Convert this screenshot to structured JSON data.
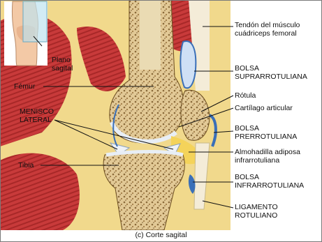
{
  "labels": {
    "plano_sagital": [
      "Plano",
      "sagital"
    ],
    "femur": "Fémur",
    "menisco_lateral": [
      "MENISCO",
      "LATERAL"
    ],
    "tibia": "Tibia",
    "tendon": [
      "Tendón del músculo",
      "cuádriceps femoral"
    ],
    "bolsa_supra": [
      "BOLSA",
      "SUPRARROTULIANA"
    ],
    "rotula": "Rótula",
    "cartilago": "Cartílago articular",
    "bolsa_pre": [
      "BOLSA",
      "PRERROTULIANA"
    ],
    "almohadilla": [
      "Almohadilla adiposa",
      "infrarrotuliana"
    ],
    "bolsa_infra": [
      "BOLSA",
      "INFRARROTULIANA"
    ],
    "ligamento": [
      "LIGAMENTO",
      "ROTULIANO"
    ]
  },
  "caption": "(c) Corte sagital",
  "colors": {
    "muscle": "#c8343a",
    "bone": "#d8c08a",
    "fat": "#f2dc7a",
    "bursa": "#3a6fb8",
    "cartilage": "#e8eef5"
  }
}
